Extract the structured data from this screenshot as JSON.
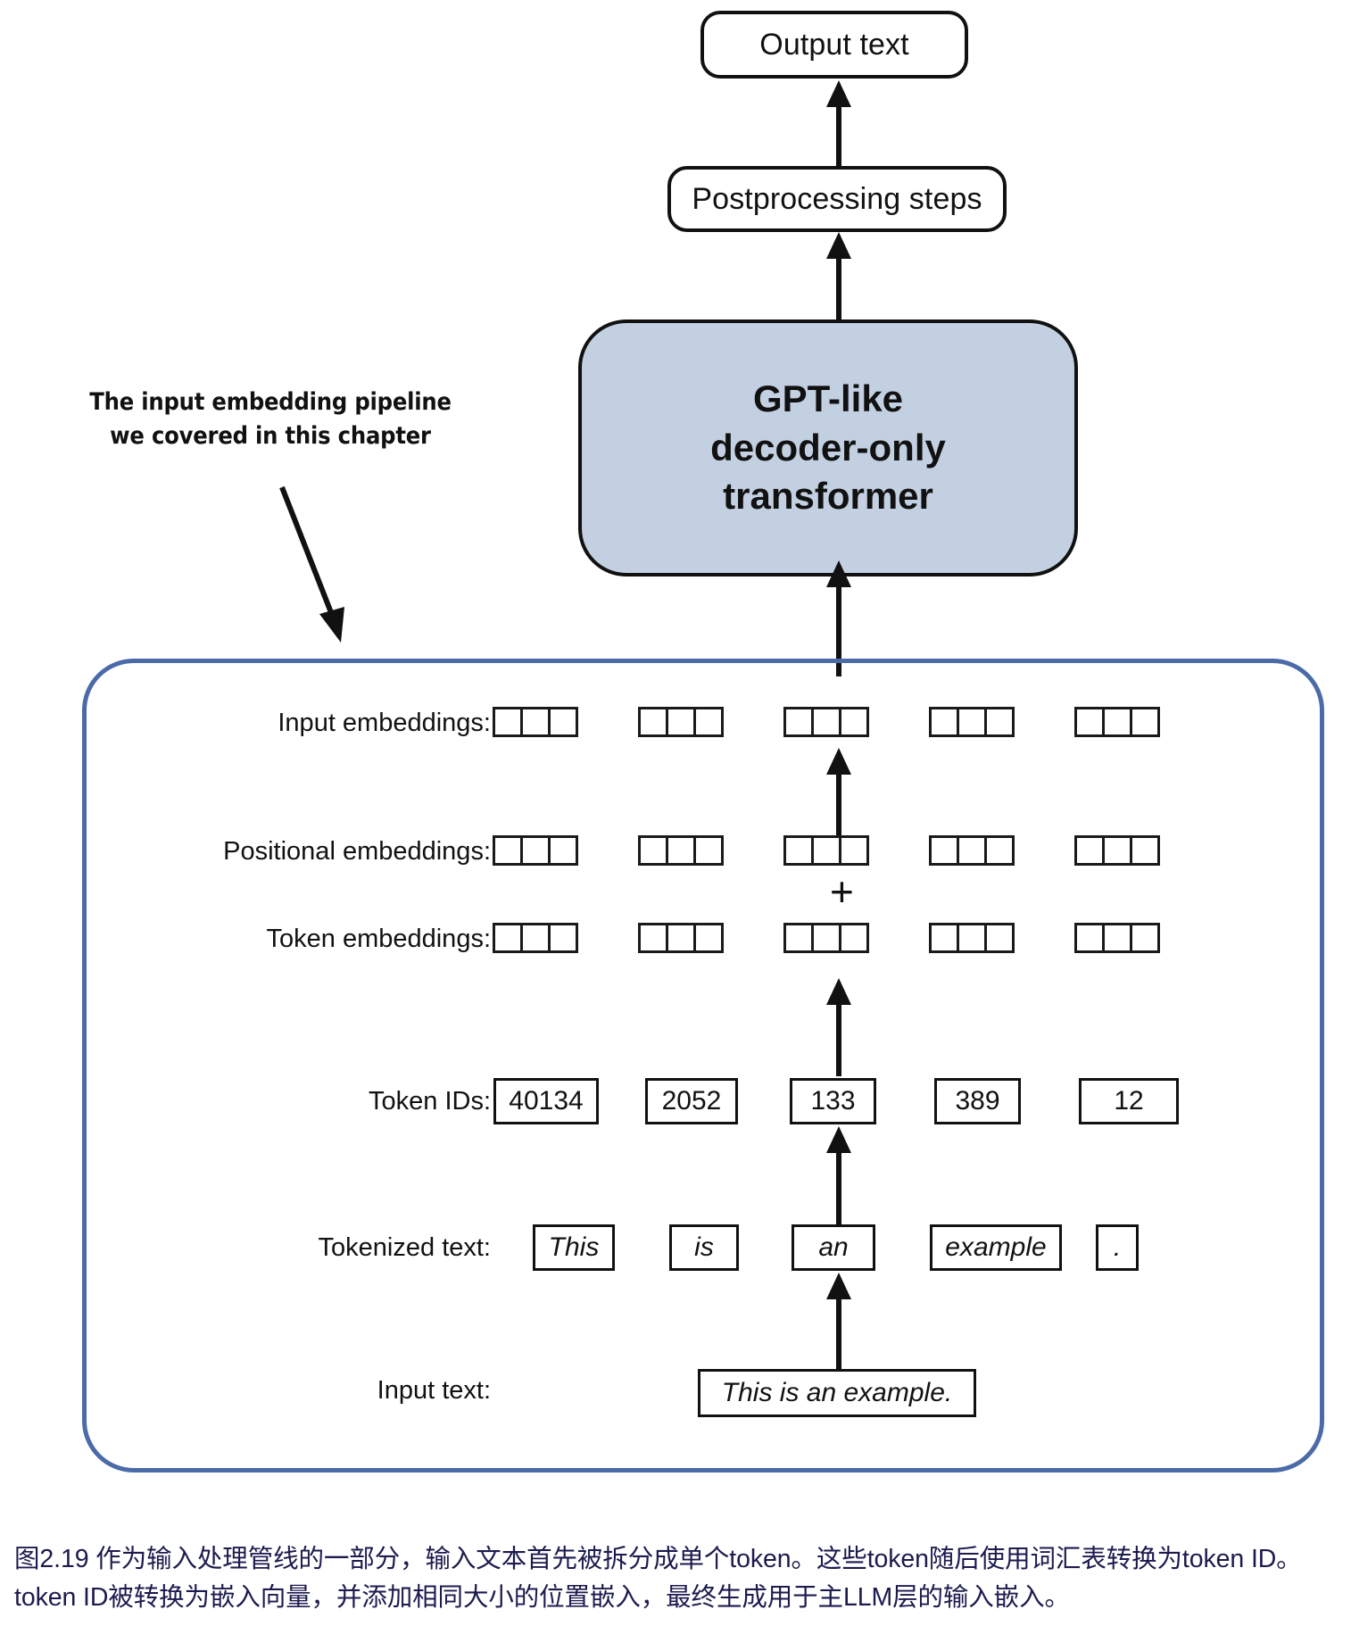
{
  "figure": {
    "id": "figure-2-19",
    "caption": "图2.19 作为输入处理管线的一部分，输入文本首先被拆分成单个token。这些token随后使用词汇表转换为token ID。token ID被转换为嵌入向量，并添加相同大小的位置嵌入，最终生成用于主LLM层的输入嵌入。",
    "caption_color": "#1b1b4f"
  },
  "top_flow": {
    "output_box_label": "Output text",
    "postprocessing_box_label": "Postprocessing steps",
    "model_block": {
      "lines": [
        "GPT-like",
        "decoder-only",
        "transformer"
      ],
      "fill_color": "#c3d0e1",
      "border_color": "#111111"
    }
  },
  "annotation": {
    "lines": [
      "The input embedding pipeline",
      "we covered in this chapter"
    ]
  },
  "pipeline": {
    "border_color": "#4a6ba8",
    "rows": {
      "input_embeddings": {
        "label": "Input embeddings:",
        "cells_per_group": 3,
        "groups": 5
      },
      "positional_embeddings": {
        "label": "Positional embeddings:",
        "cells_per_group": 3,
        "groups": 5
      },
      "token_embeddings": {
        "label": "Token embeddings:",
        "cells_per_group": 3,
        "groups": 5
      },
      "token_ids": {
        "label": "Token IDs:",
        "values": [
          "40134",
          "2052",
          "133",
          "389",
          "12"
        ]
      },
      "tokenized_text": {
        "label": "Tokenized text:",
        "values": [
          "This",
          "is",
          "an",
          "example",
          "."
        ]
      },
      "input_text": {
        "label": "Input text:",
        "value": "This is an example."
      }
    },
    "operator": "+"
  }
}
